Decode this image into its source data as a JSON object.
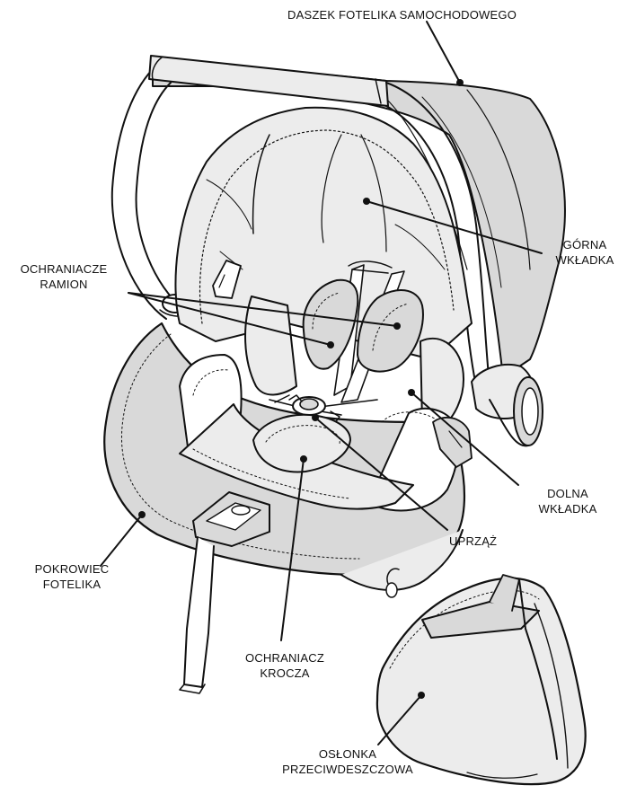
{
  "labels": {
    "canopy": [
      "DASZEK FOTELIKA SAMOCHODOWEGO"
    ],
    "upper_insert": [
      "GÓRNA",
      "WKŁADKA"
    ],
    "shoulder_pads": [
      "OCHRANIACZE",
      "RAMION"
    ],
    "lower_insert": [
      "DOLNA",
      "WKŁADKA"
    ],
    "harness": [
      "UPRZĄŻ"
    ],
    "seat_cover": [
      "POKROWIEC",
      "FOTELIKA"
    ],
    "crotch_pad": [
      "OCHRANIACZ",
      "KROCZA"
    ],
    "rain_cover": [
      "OSŁONKA",
      "PRZECIWDESZCZOWA"
    ]
  },
  "colors": {
    "ink": "#111111",
    "fill_gray": "#d9d9d9",
    "fill_light": "#ececec",
    "fill_white": "#ffffff"
  }
}
